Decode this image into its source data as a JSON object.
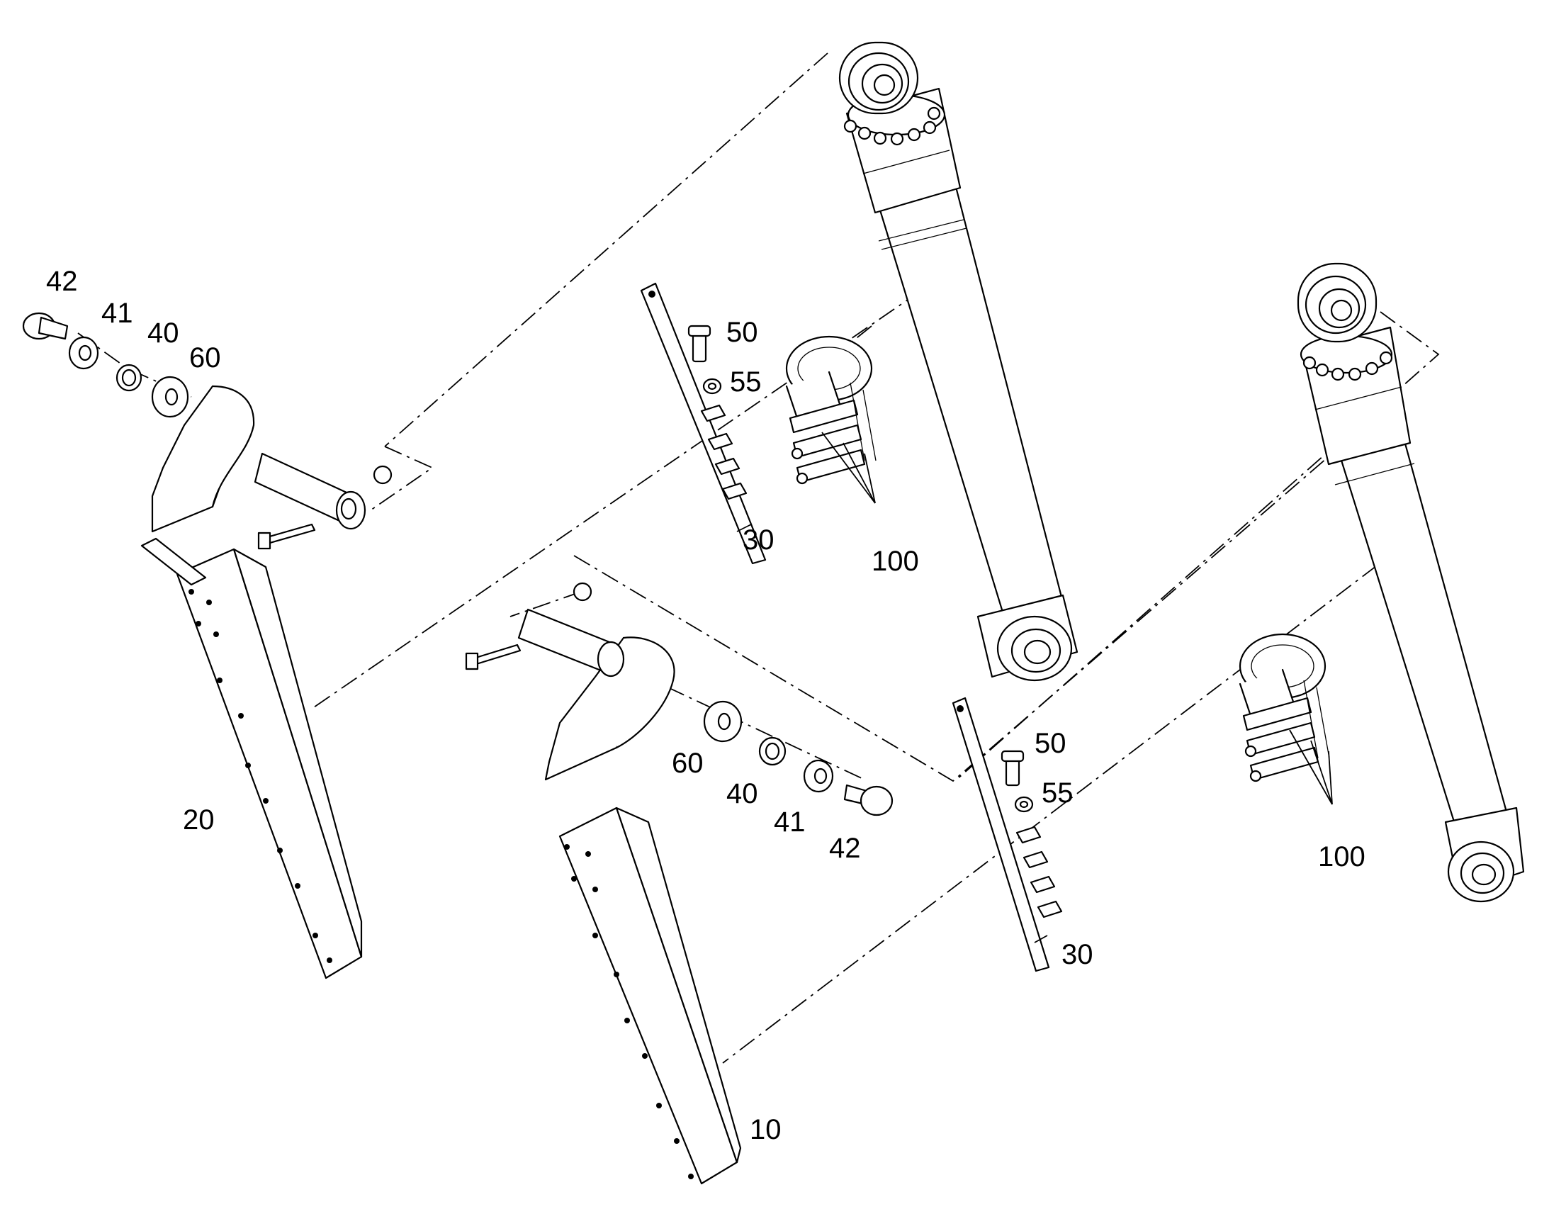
{
  "callouts": {
    "left": {
      "c42": "42",
      "c41": "41",
      "c40": "40",
      "c60": "60",
      "c20": "20",
      "c50": "50",
      "c55": "55",
      "c30": "30",
      "c100": "100"
    },
    "right": {
      "c60": "60",
      "c40": "40",
      "c41": "41",
      "c42": "42",
      "c10": "10",
      "c50": "50",
      "c55": "55",
      "c30": "30",
      "c100": "100"
    }
  }
}
